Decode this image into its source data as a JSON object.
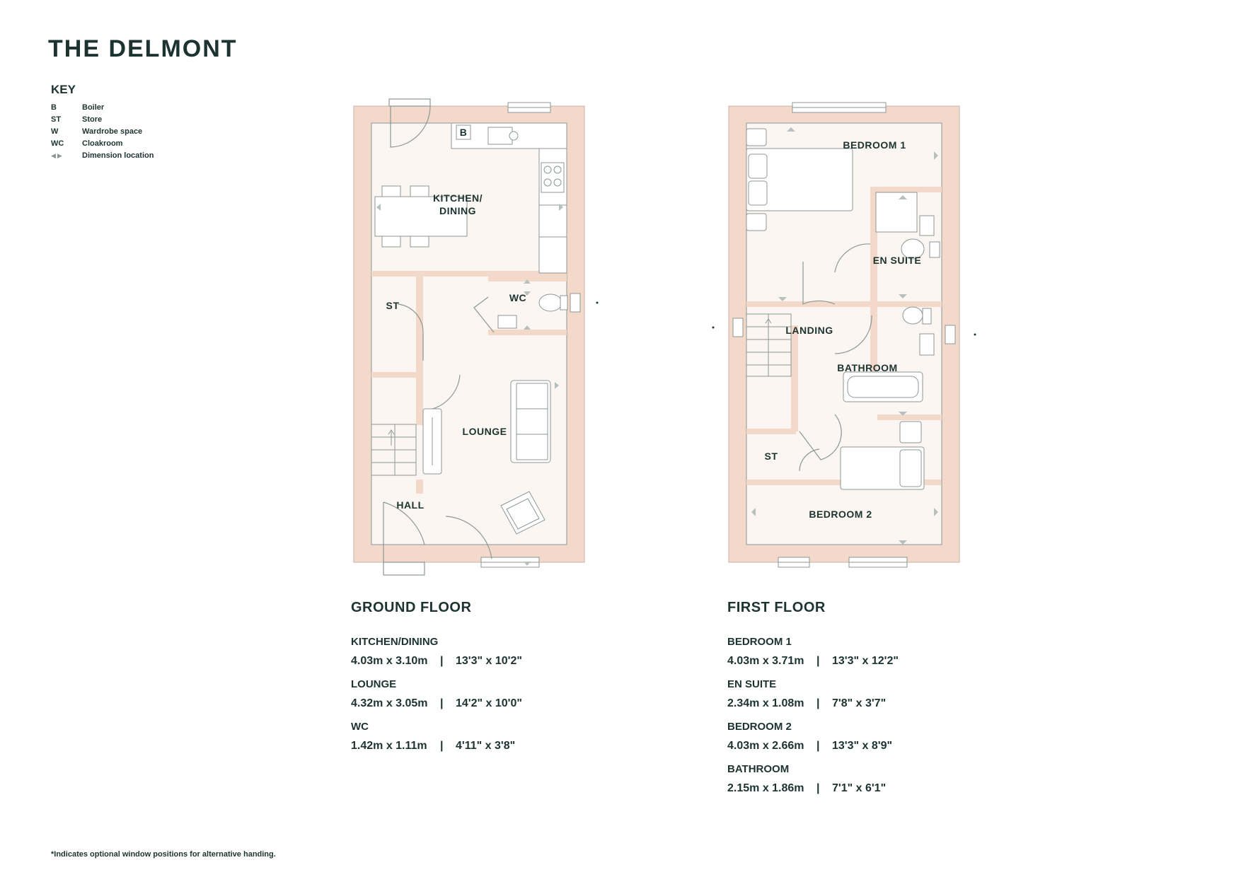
{
  "title": "THE DELMONT",
  "key": {
    "heading": "KEY",
    "items": [
      {
        "code": "B",
        "label": "Boiler"
      },
      {
        "code": "ST",
        "label": "Store"
      },
      {
        "code": "W",
        "label": "Wardrobe space"
      },
      {
        "code": "WC",
        "label": "Cloakroom"
      },
      {
        "code": "",
        "label": "Dimension location"
      }
    ]
  },
  "plans": {
    "ground": {
      "labels": {
        "kitchen": "KITCHEN/",
        "dining": "DINING",
        "boiler": "B",
        "store": "ST",
        "wc": "WC",
        "lounge": "LOUNGE",
        "hall": "HALL"
      }
    },
    "first": {
      "labels": {
        "bedroom1": "BEDROOM 1",
        "ensuite": "EN SUITE",
        "landing": "LANDING",
        "bathroom": "BATHROOM",
        "store": "ST",
        "bedroom2": "BEDROOM 2"
      }
    }
  },
  "ground_floor": {
    "heading": "GROUND FLOOR",
    "rooms": [
      {
        "name": "KITCHEN/DINING",
        "metric": "4.03m x 3.10m",
        "separator": "|",
        "imperial": "13'3\" x 10'2\""
      },
      {
        "name": "LOUNGE",
        "metric": "4.32m x 3.05m",
        "separator": "|",
        "imperial": "14'2\" x 10'0\""
      },
      {
        "name": "WC",
        "metric": "1.42m x 1.11m",
        "separator": "|",
        "imperial": "4'11\" x 3'8\""
      }
    ]
  },
  "first_floor": {
    "heading": "FIRST FLOOR",
    "rooms": [
      {
        "name": "BEDROOM 1",
        "metric": "4.03m x 3.71m",
        "separator": "|",
        "imperial": "13'3\" x 12'2\""
      },
      {
        "name": "EN SUITE",
        "metric": "2.34m x 1.08m",
        "separator": "|",
        "imperial": "7'8\" x 3'7\""
      },
      {
        "name": "BEDROOM 2",
        "metric": "4.03m x 2.66m",
        "separator": "|",
        "imperial": "13'3\" x 8'9\""
      },
      {
        "name": "BATHROOM",
        "metric": "2.15m x 1.86m",
        "separator": "|",
        "imperial": "7'1\" x 6'1\""
      }
    ]
  },
  "footnote": "*Indicates optional window positions for alternative handing.",
  "colors": {
    "wall": "#f3d9c9",
    "floor": "#fbf6f1",
    "line": "#8c9796",
    "text": "#1d3330"
  }
}
